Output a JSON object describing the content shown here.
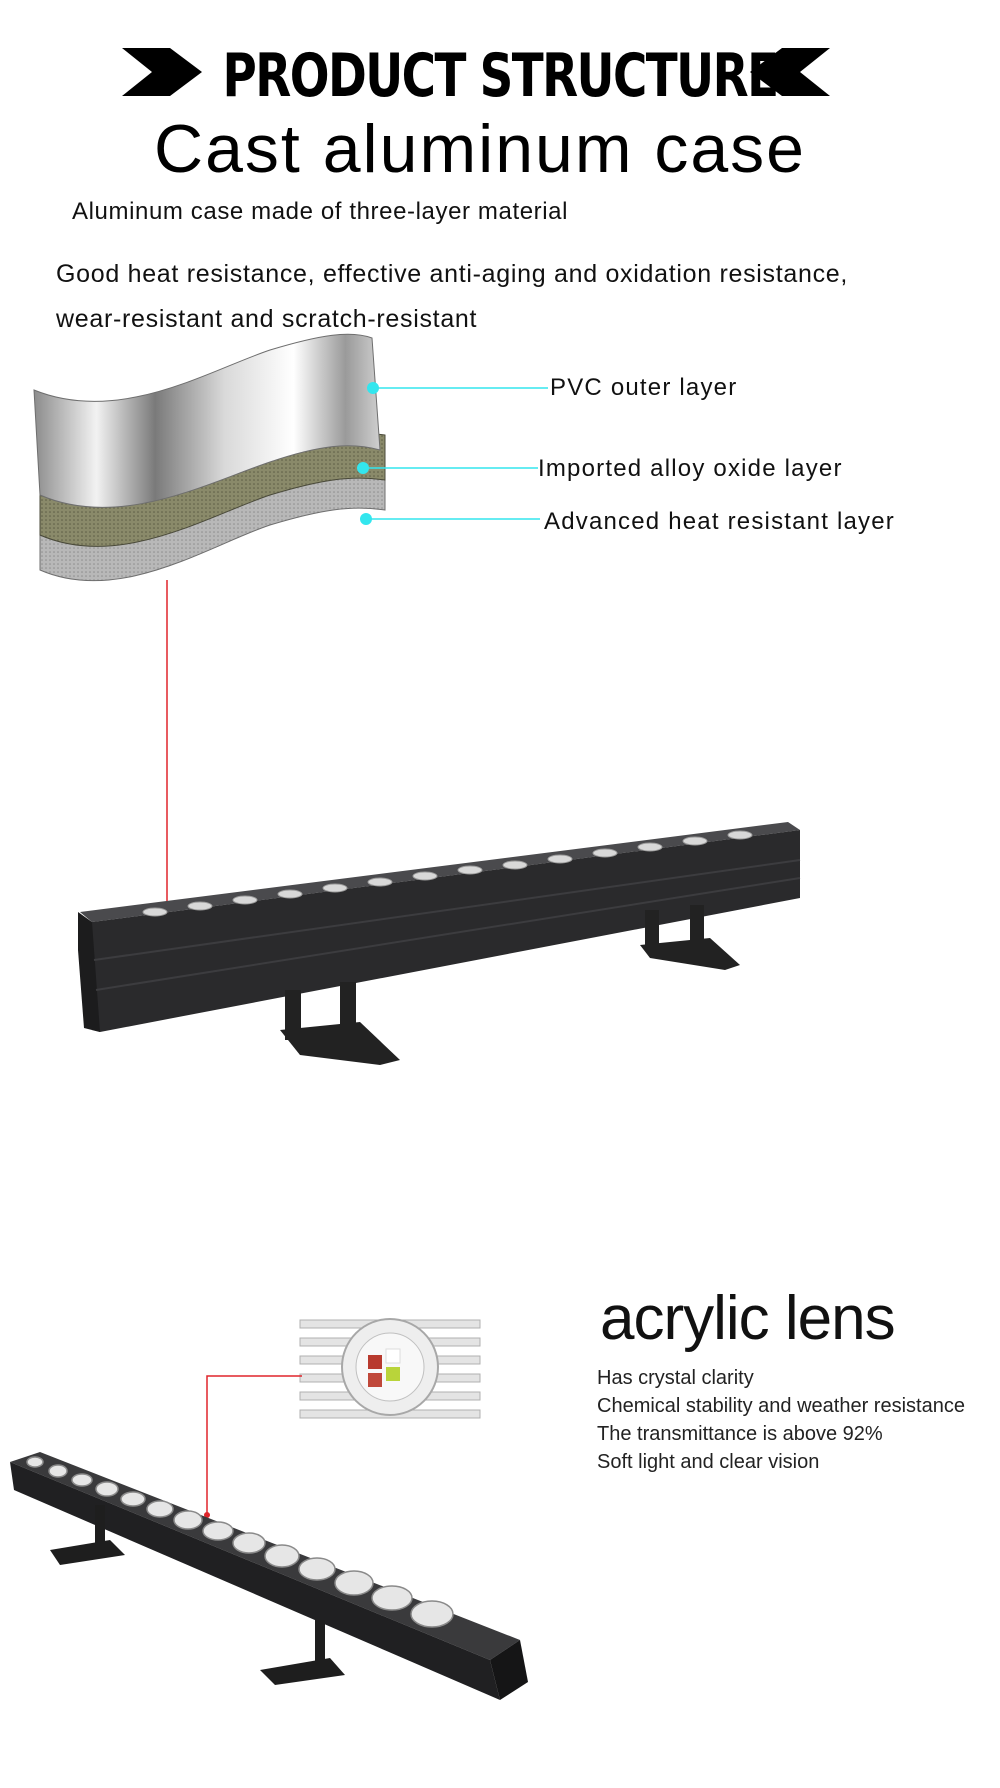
{
  "header": {
    "title": "PRODUCT STRUCTURE"
  },
  "case_section": {
    "title": "Cast aluminum case",
    "intro_line1": "Aluminum case made of three-layer material",
    "intro_line2": "Good heat resistance, effective anti-aging and oxidation resistance,",
    "intro_line3": "wear-resistant and scratch-resistant",
    "layers": [
      {
        "label": "PVC outer layer"
      },
      {
        "label": "Imported alloy oxide layer"
      },
      {
        "label": "Advanced heat resistant layer"
      }
    ]
  },
  "lens_section": {
    "title": "acrylic lens",
    "features": [
      "Has crystal clarity",
      "Chemical stability and weather resistance",
      "The transmittance is above 92%",
      "Soft light and clear vision"
    ]
  },
  "colors": {
    "leader_cyan": "#33e6ee",
    "leader_red": "#e0252b",
    "fixture_body": "#2a2a2c",
    "alloy_layer": "#7a7a5a"
  }
}
